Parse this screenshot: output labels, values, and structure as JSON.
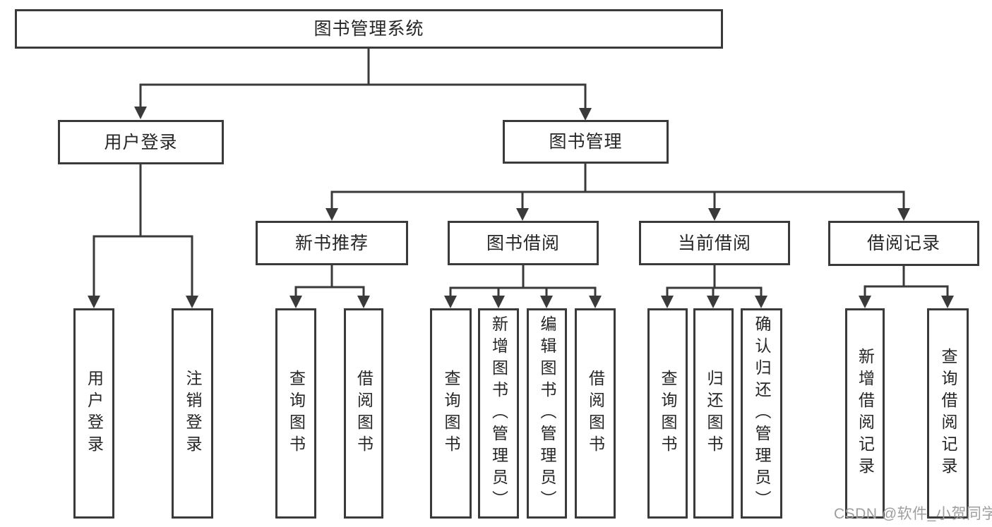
{
  "colors": {
    "line": "#3a3a3a",
    "box_border": "#3a3a3a",
    "text": "#262626",
    "watermark": "#9e9e9e",
    "background": "#ffffff"
  },
  "diagram": {
    "root": {
      "label": "图书管理系统"
    },
    "level2": [
      {
        "label": "用户登录"
      },
      {
        "label": "图书管理"
      }
    ],
    "level3": [
      {
        "label": "新书推荐"
      },
      {
        "label": "图书借阅"
      },
      {
        "label": "当前借阅"
      },
      {
        "label": "借阅记录"
      }
    ],
    "leaves": [
      {
        "label": "用户登录"
      },
      {
        "label": "注销登录"
      },
      {
        "label": "查询图书"
      },
      {
        "label": "借阅图书"
      },
      {
        "label": "查询图书"
      },
      {
        "label": "新增图书（管理员）"
      },
      {
        "label": "编辑图书（管理员）"
      },
      {
        "label": "借阅图书"
      },
      {
        "label": "查询图书"
      },
      {
        "label": "归还图书"
      },
      {
        "label": "确认归还（管理员）"
      },
      {
        "label": "新增借阅记录"
      },
      {
        "label": "查询借阅记录"
      }
    ]
  },
  "watermark": {
    "text": "CSDN @软件_小贺同学"
  }
}
